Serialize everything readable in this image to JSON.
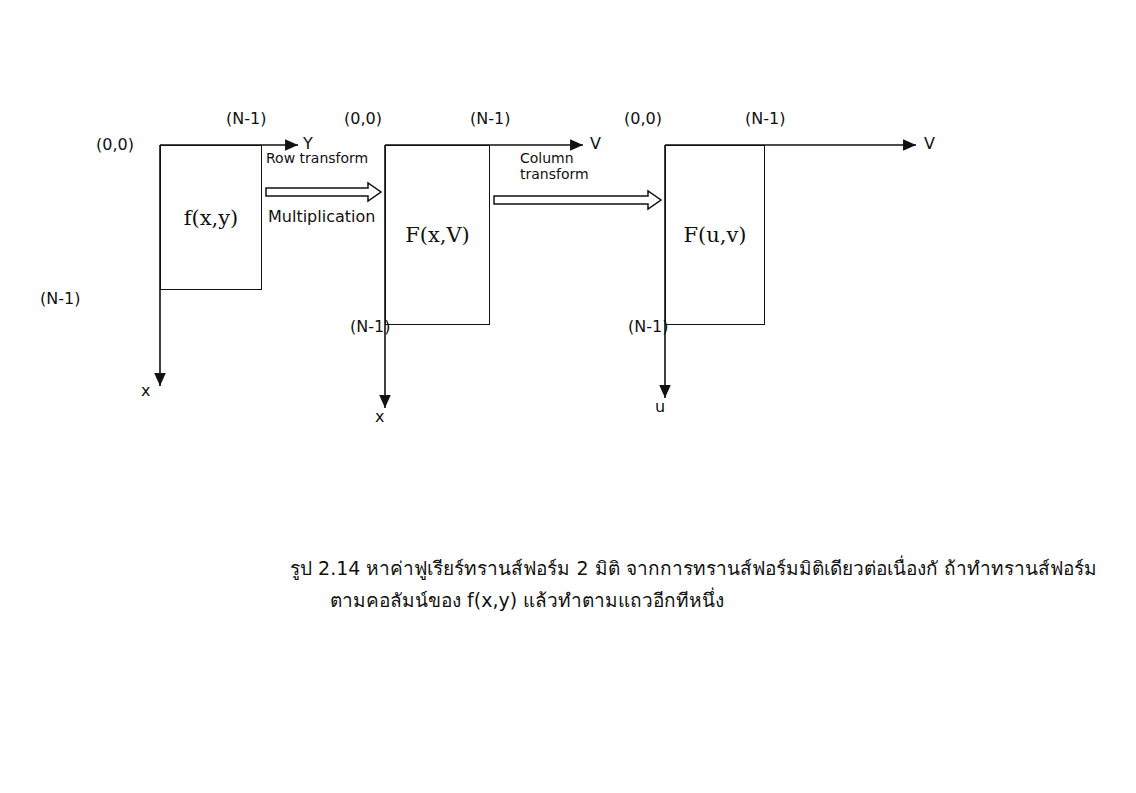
{
  "diagram": {
    "caption": "รูป 2.14 หาค่าฟูเรียร์ทรานส์ฟอร์ม 2 มิติ จากการทรานส์ฟอร์มมิติเดียวต่อเนื่องกั ถ้าทำทรานส์ฟอร์มตามคอลัมน์ของ f(x,y) แล้วทำตามแถวอีกทีหนึ่ง",
    "nodes": [
      {
        "text": [
          "f(x,y)"
        ]
      },
      {
        "text": [
          "F(x,V)"
        ]
      },
      {
        "text": [
          "F(u,v)"
        ]
      }
    ],
    "edges": [
      {
        "from": 0,
        "to": 1,
        "arrow": "to",
        "label": "Row transform"
      },
      {
        "from": 1,
        "to": 2,
        "arrow": "to",
        "label": "Column transform"
      }
    ],
    "labels": [
      "(0,0)",
      "(N-1)",
      "Y",
      "(N-1)",
      "x",
      "Multiplication",
      "(0,0)",
      "(N-1)",
      "V",
      "(N-1)",
      "x",
      "(0,0)",
      "(N-1)",
      "V",
      "(N-1)",
      "u"
    ]
  }
}
